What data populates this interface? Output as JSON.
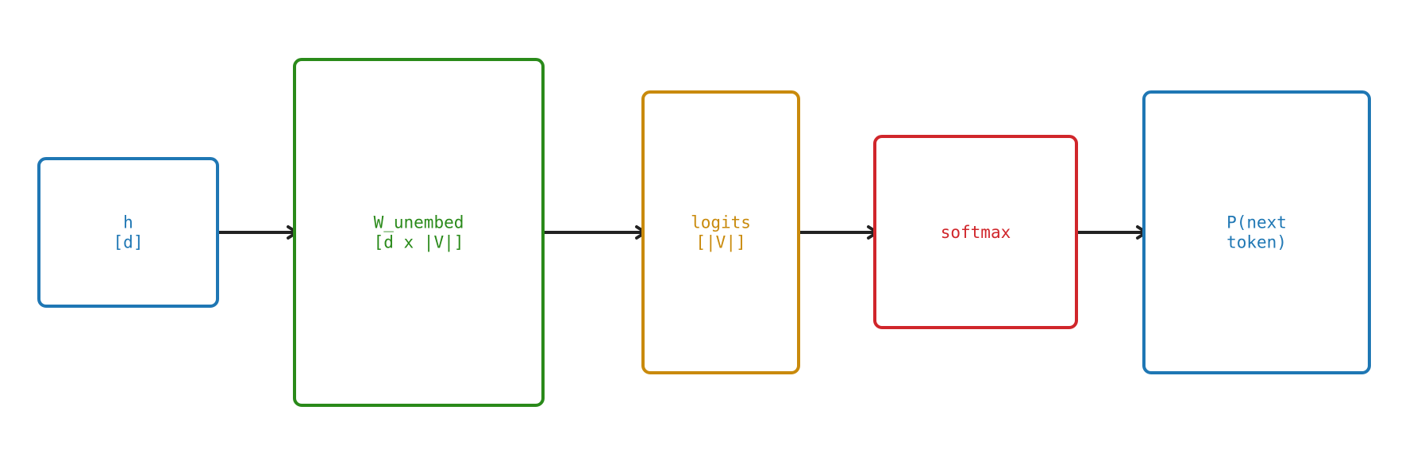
{
  "nodes": [
    {
      "id": "h",
      "lines": [
        "h",
        "[d]"
      ],
      "color": "#1f77b4"
    },
    {
      "id": "w-unembed",
      "lines": [
        "W_unembed",
        "[d x |V|]"
      ],
      "color": "#2a8a1a"
    },
    {
      "id": "logits",
      "lines": [
        "logits",
        "[|V|]"
      ],
      "color": "#c98a0c"
    },
    {
      "id": "softmax",
      "lines": [
        "softmax"
      ],
      "color": "#d0262b"
    },
    {
      "id": "p-next-token",
      "lines": [
        "P(next",
        "token)"
      ],
      "color": "#1f77b4"
    }
  ],
  "edges": [
    {
      "from": "h",
      "to": "w-unembed"
    },
    {
      "from": "w-unembed",
      "to": "logits"
    },
    {
      "from": "logits",
      "to": "softmax"
    },
    {
      "from": "softmax",
      "to": "p-next-token"
    }
  ],
  "arrow_color": "#222222"
}
